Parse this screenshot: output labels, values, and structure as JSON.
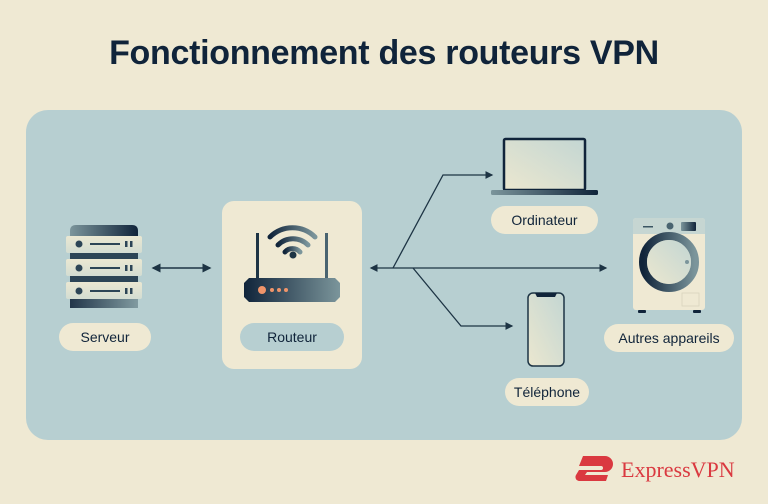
{
  "title": "Fonctionnement des routeurs VPN",
  "colors": {
    "background": "#efe9d3",
    "panel": "#b7cfd1",
    "dark": "#10243a",
    "accent_orange": "#f0946a",
    "brand_red": "#da3940"
  },
  "nodes": {
    "server": {
      "label": "Serveur",
      "icon": "server-rack-icon"
    },
    "router": {
      "label": "Routeur",
      "icon": "wifi-router-icon"
    },
    "computer": {
      "label": "Ordinateur",
      "icon": "laptop-icon"
    },
    "phone": {
      "label": "Téléphone",
      "icon": "smartphone-icon"
    },
    "other": {
      "label": "Autres appareils",
      "icon": "washing-machine-icon"
    }
  },
  "connections": [
    {
      "from": "Serveur",
      "to": "Routeur",
      "type": "bidirectional"
    },
    {
      "from": "Routeur",
      "to": "Ordinateur",
      "type": "arrow"
    },
    {
      "from": "Routeur",
      "to": "Autres appareils",
      "type": "arrow"
    },
    {
      "from": "Routeur",
      "to": "Téléphone",
      "type": "arrow"
    }
  ],
  "brand": {
    "name": "ExpressVPN",
    "icon": "expressvpn-logo-icon"
  }
}
